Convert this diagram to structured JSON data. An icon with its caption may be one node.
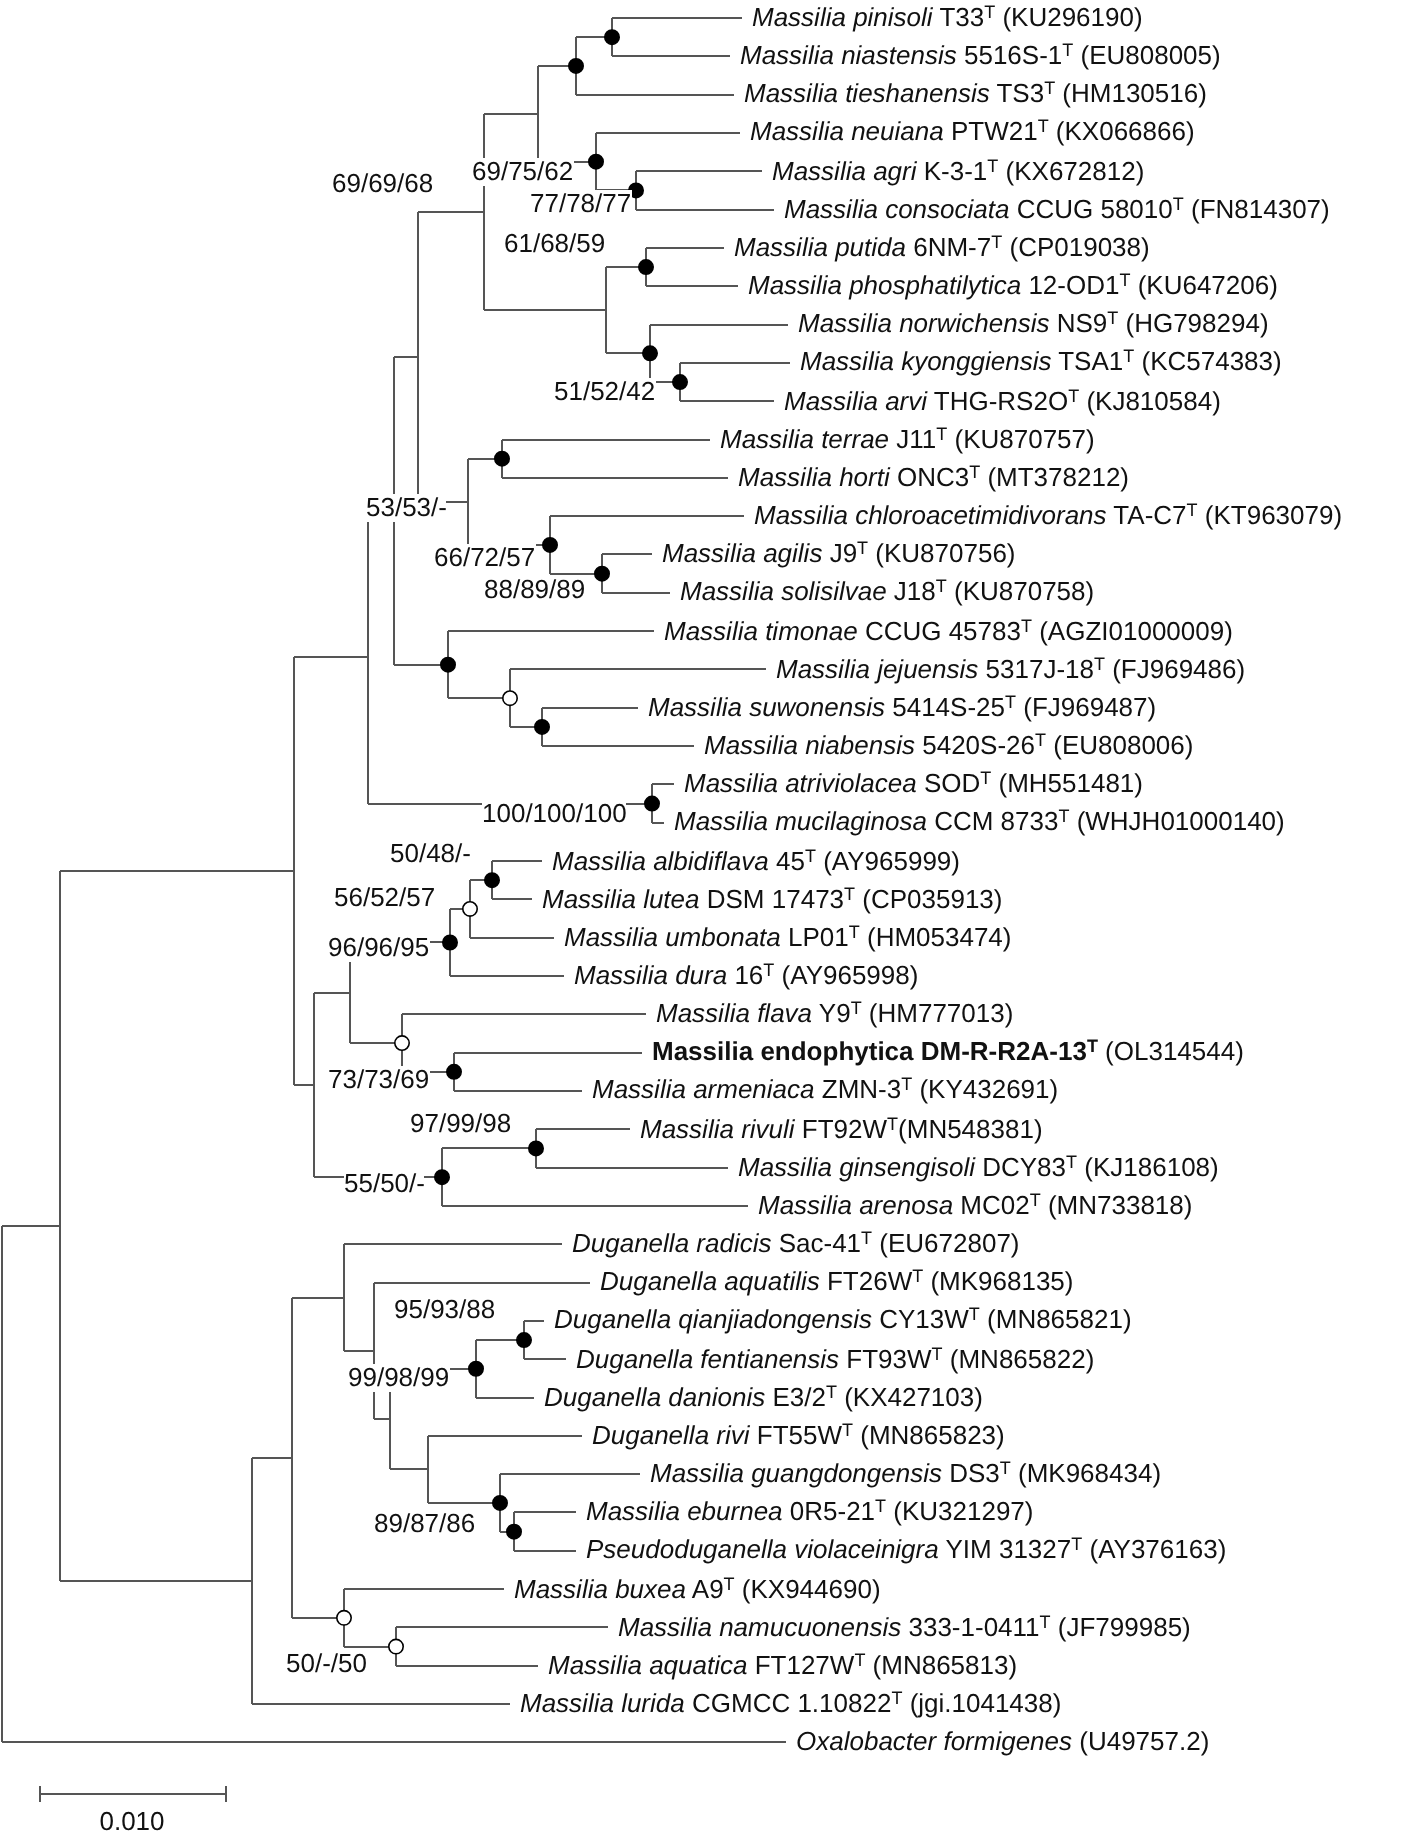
{
  "diagram": {
    "labels": [
      "*Massilia pinisoli* T33$^{T}$ (KU296190)",
      "*Massilia niastensis* 5516S-1$^{T}$ (EU808005)",
      "*Massilia tieshanensis* TS3$^{T}$ (HM130516)",
      "*Massilia neuiana* PTW21$^{T}$ (KX066866)",
      "*Massilia agri* K-3-1$^{T}$ (KX672812)",
      "69/75/62",
      "69/69/68",
      "77/78/77",
      "*Massilia consociata* CCUG 58010$^{T}$ (FN814307)",
      "61/68/59",
      "*Massilia putida* 6NM-7$^{T}$ (CP019038)",
      "*Massilia phosphatilytica* 12-OD1$^{T}$ (KU647206)",
      "*Massilia norwichensis* NS9$^{T}$ (HG798294)",
      "*Massilia kyonggiensis* TSA1$^{T}$ (KC574383)",
      "51/52/42",
      "*Massilia arvi* THG-RS2O$^{T}$ (KJ810584)",
      "*Massilia terrae* J11$^{T}$ (KU870757)",
      "*Massilia horti* ONC3$^{T}$ (MT378212)",
      "53/53/-",
      "*Massilia chloroacetimidivorans* TA-C7$^{T}$ (KT963079)",
      "66/72/57",
      "*Massilia agilis* J9$^{T}$ (KU870756)",
      "88/89/89",
      "*Massilia solisilvae* J18$^{T}$ (KU870758)",
      "*Massilia timonae* CCUG 45783$^{T}$ (AGZI01000009)",
      "*Massilia jejuensis* 5317J-18$^{T}$ (FJ969486)",
      "*Massilia suwonensis* 5414S-25$^{T}$ (FJ969487)",
      "*Massilia niabensis* 5420S-26$^{T}$ (EU808006)",
      "*Massilia atriviolacea* SOD$^{T}$ (MH551481)",
      "100/100/100",
      "*Massilia mucilaginosa* CCM 8733$^{T}$ (WHJH01000140)",
      "50/48/-",
      "*Massilia albidiflava* 45$^{T}$ (AY965999)",
      "56/52/57",
      "*Massilia lutea* DSM 17473$^{T}$ (CP035913)",
      "*Massilia umbonata* LP01$^{T}$ (HM053474)",
      "96/96/95",
      "*Massilia dura* 16$^{T}$ (AY965998)",
      "*Massilia flava* Y9$^{T}$ (HM777013)",
      "**Massilia endophytica DM-R-R2A-13$^{T}$** (OL314544)",
      "73/73/69",
      "*Massilia armeniaca* ZMN-3$^{T}$ (KY432691)",
      "97/99/98",
      "*Massilia rivuli* FT92W$^{T}$(MN548381)",
      "*Massilia ginsengisoli* DCY83$^{T}$ (KJ186108)",
      "55/50/-",
      "*Massilia arenosa* MC02$^{T}$ (MN733818)",
      "*Duganella radicis* Sac-41$^{T}$ (EU672807)",
      "*Duganella aquatilis* FT26W$^{T}$ (MK968135)",
      "95/93/88",
      "*Duganella qianjiadongensis* CY13W$^{T}$ (MN865821)",
      "*Duganella fentianensis* FT93W$^{T}$ (MN865822)",
      "99/98/99",
      "*Duganella danionis* E3/2$^{T}$ (KX427103)",
      "*Duganella rivi* FT55W$^{T}$ (MN865823)",
      "*Massilia guangdongensis* DS3$^{T}$ (MK968434)",
      "*Massilia eburnea* 0R5-21$^{T}$ (KU321297)",
      "89/87/86",
      "*Pseudoduganella violaceinigra* YIM 31327$^{T}$ (AY376163)",
      "*Massilia buxea* A9$^{T}$ (KX944690)",
      "*Massilia namucuonensis* 333-1-0411$^{T}$ (JF799985)",
      "50/-/50",
      "*Massilia aquatica* FT127W$^{T}$ (MN865813)",
      "*Massilia lurida* CGMCC 1.10822$^{T}$ (jgi.1041438)",
      "*Oxalobacter formigenes* (U49757.2)",
      "0.010"
    ]
  }
}
